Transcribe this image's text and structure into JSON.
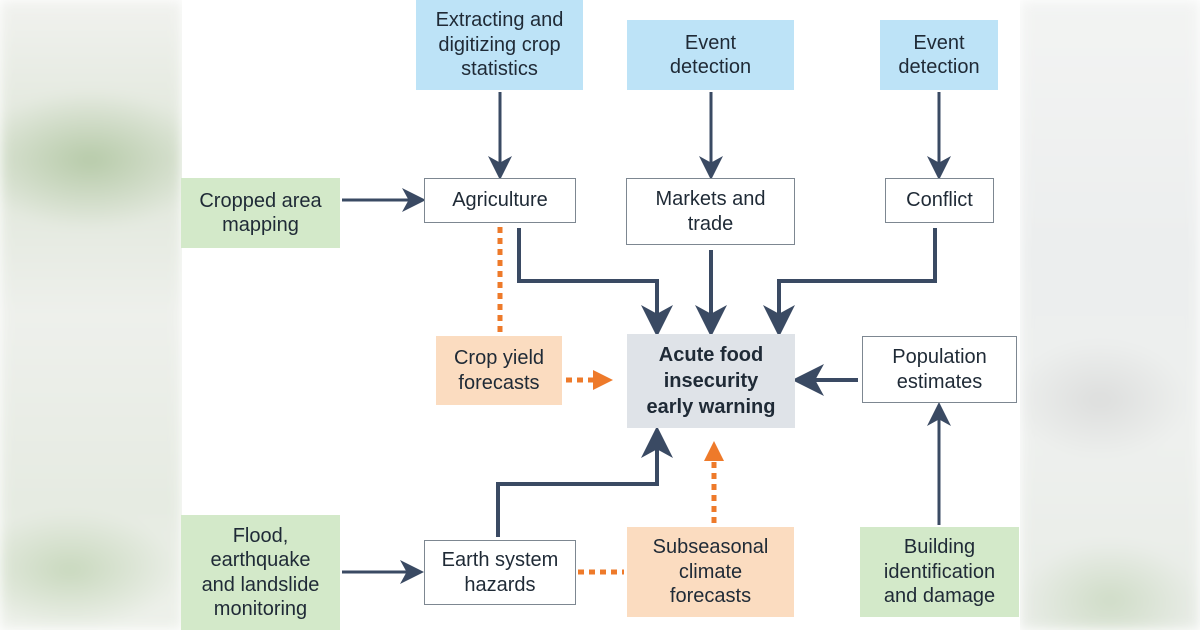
{
  "nodes": {
    "extracting": "Extracting and\ndigitizing crop\nstatistics",
    "event_detection_markets": "Event\ndetection",
    "event_detection_conflict": "Event\ndetection",
    "cropped_area": "Cropped area\nmapping",
    "agriculture": "Agriculture",
    "markets": "Markets and\ntrade",
    "conflict": "Conflict",
    "crop_yield": "Crop yield\nforecasts",
    "center": "Acute food\ninsecurity\nearly warning",
    "population": "Population\nestimates",
    "flood": "Flood,\nearthquake\nand landslide\nmonitoring",
    "earth_hazards": "Earth system\nhazards",
    "subseasonal": "Subseasonal\nclimate\nforecasts",
    "building": "Building\nidentification\nand damage"
  },
  "colors": {
    "solid_arrow": "#3a4a63",
    "dotted_arrow": "#ee7a2a",
    "blue_box": "#bde3f7",
    "green_box": "#d3e9c9",
    "orange_box": "#fbdcc0",
    "center_box": "#dfe3e8"
  }
}
